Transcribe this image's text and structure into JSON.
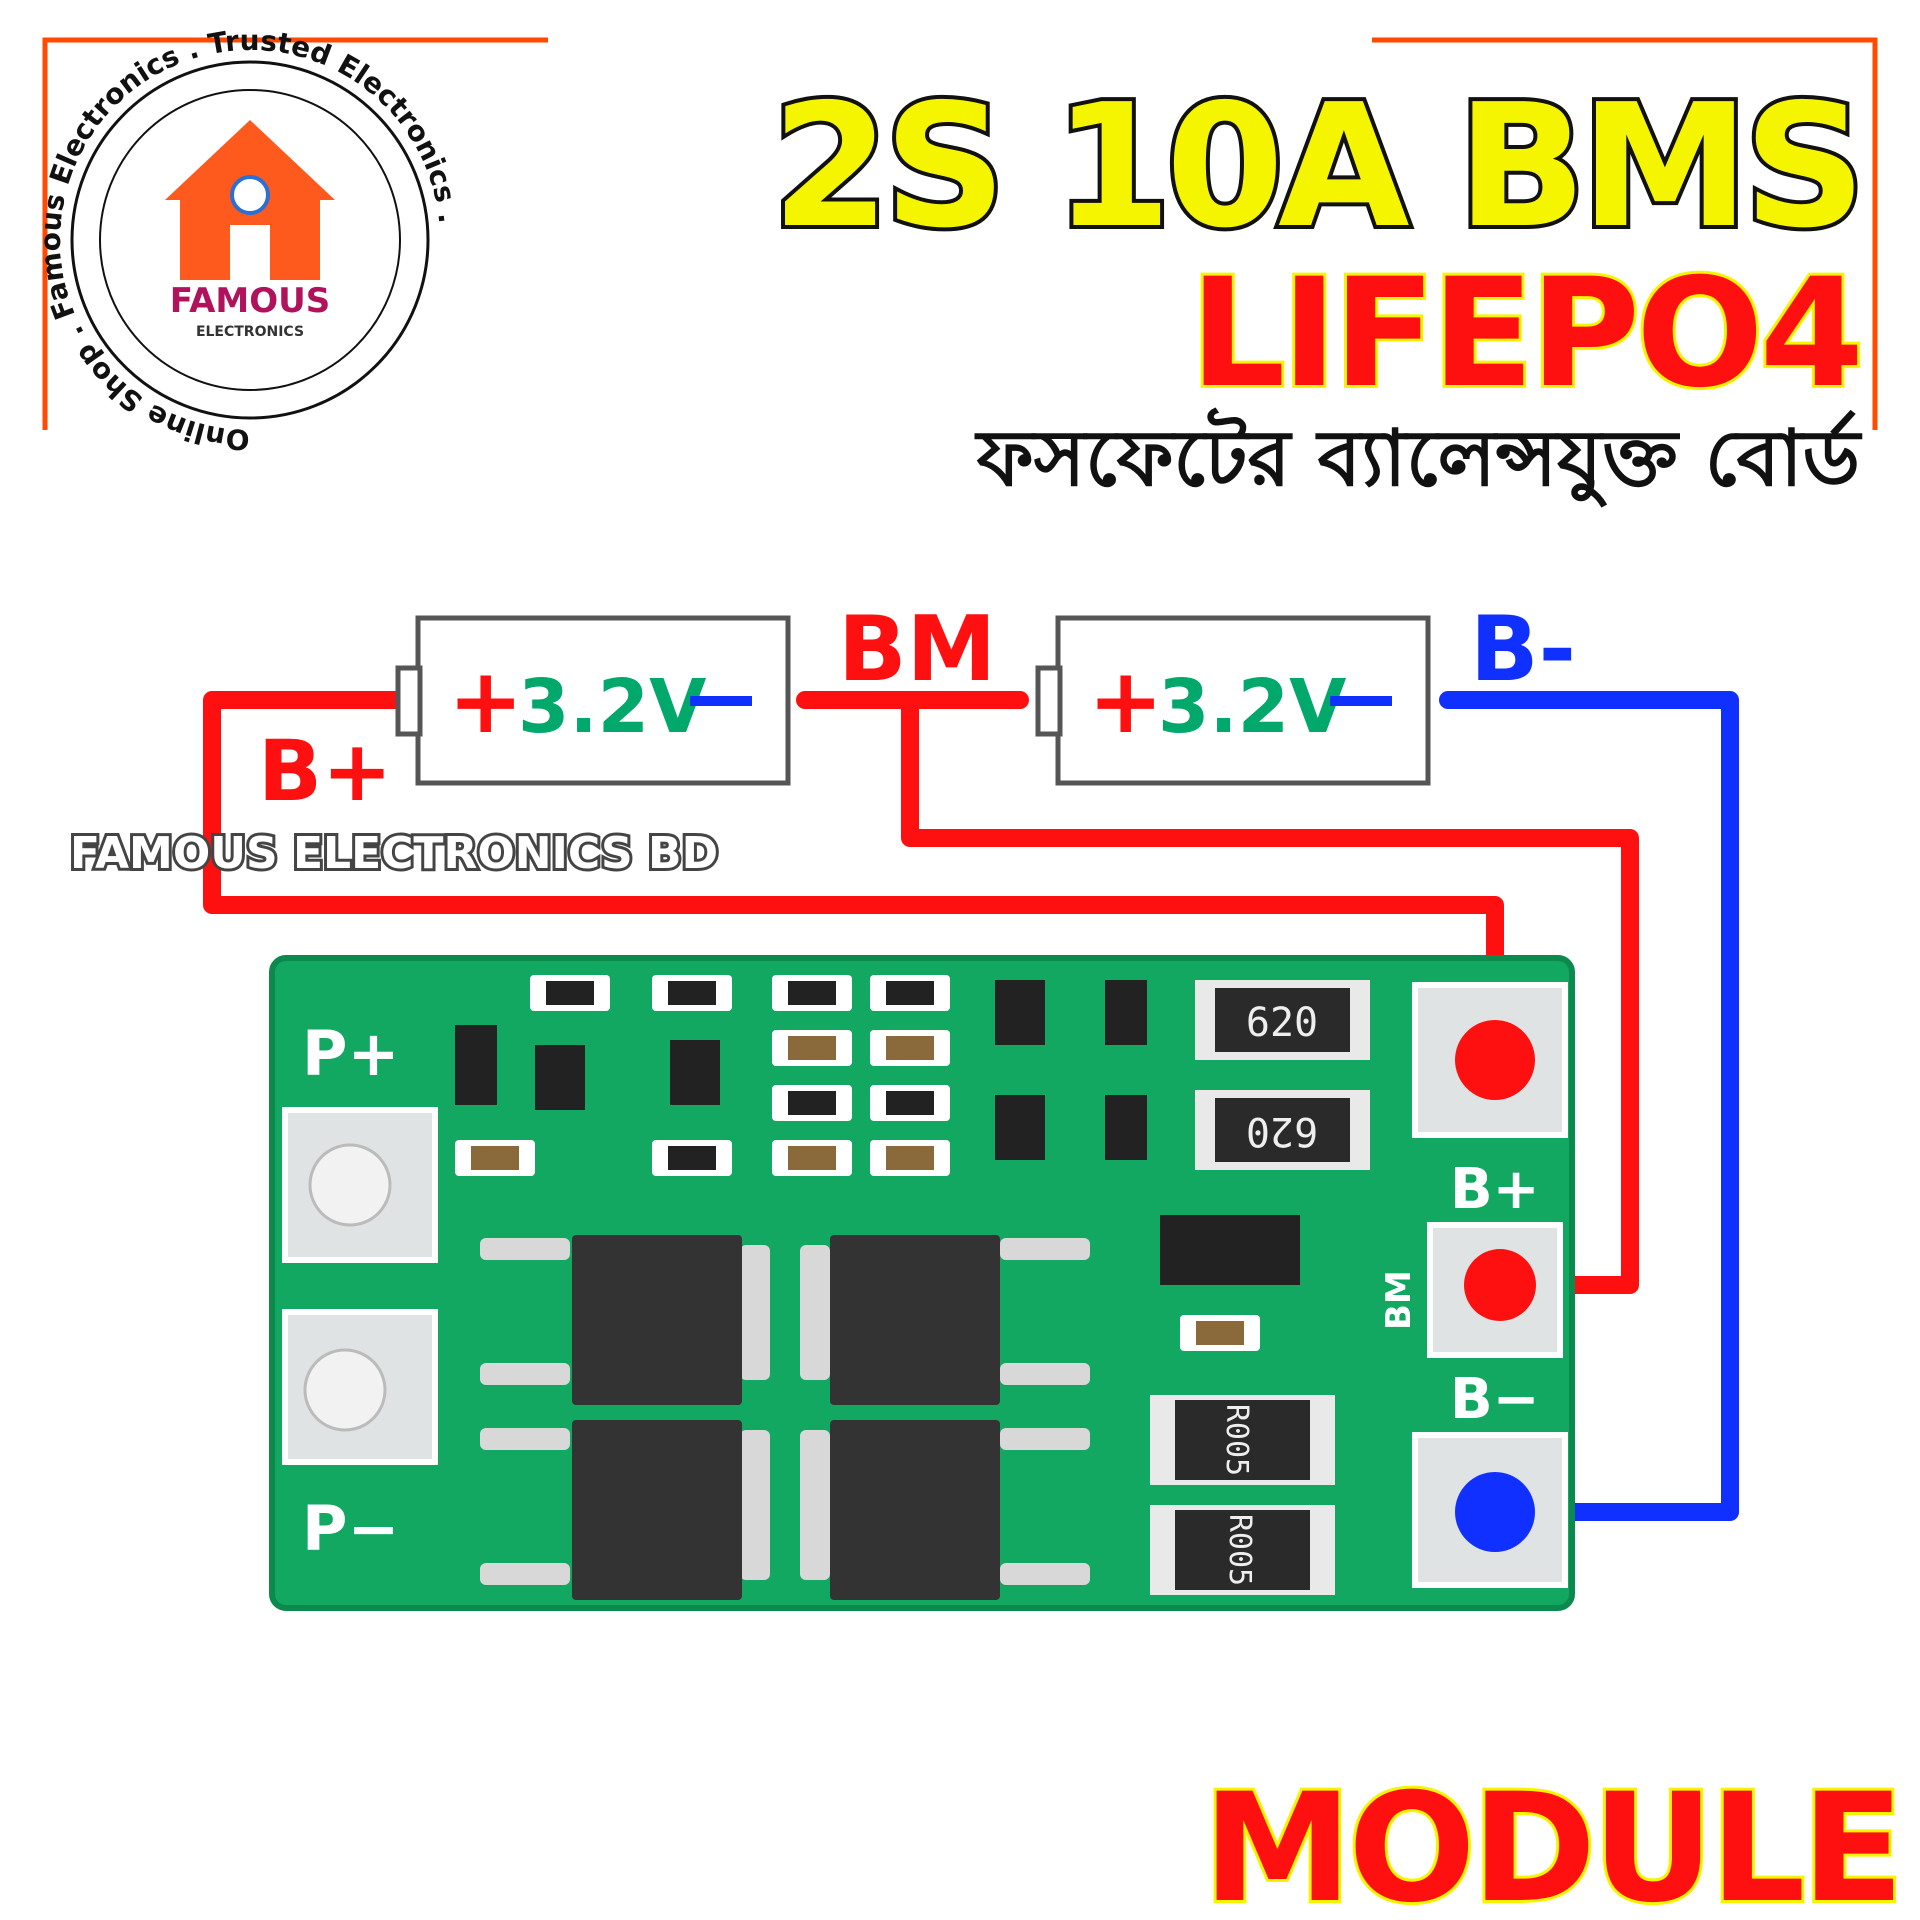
{
  "header": {
    "title": "2S 10A BMS",
    "chemistry": "LIFEPO4",
    "subtitle_bn": "ফসফেটের ব্যালেন্সযুক্ত বোর্ড",
    "footer": "MODULE",
    "watermark": "FAMOUS ELECTRONICS BD"
  },
  "logo": {
    "ring_text": "Online Shop . Famous Electronics . Trusted Electronics .",
    "brand": "FAMOUS",
    "sub": "ELECTRONICS"
  },
  "wiring": {
    "cell1_label": "3.2V",
    "cell2_label": "3.2V",
    "plus_sign": "+",
    "minus_sign": "−",
    "bplus_label": "B+",
    "bm_label": "BM",
    "bminus_label": "B-"
  },
  "board": {
    "pads": {
      "p_plus": "P+",
      "p_minus": "P−",
      "b_plus": "B+",
      "b_minus": "B−",
      "bm": "BM"
    },
    "resistors": {
      "r1": "620",
      "r2": "620",
      "r3": "R005",
      "r4": "R005"
    }
  },
  "colors": {
    "title_fill": "#f5f500",
    "chem_fill": "#ff1010",
    "positive_wire": "#ff1010",
    "negative_wire": "#1030ff",
    "voltage_text": "#00a86b",
    "pcb_green": "#12a862",
    "frame_orange": "#ff4a00"
  }
}
